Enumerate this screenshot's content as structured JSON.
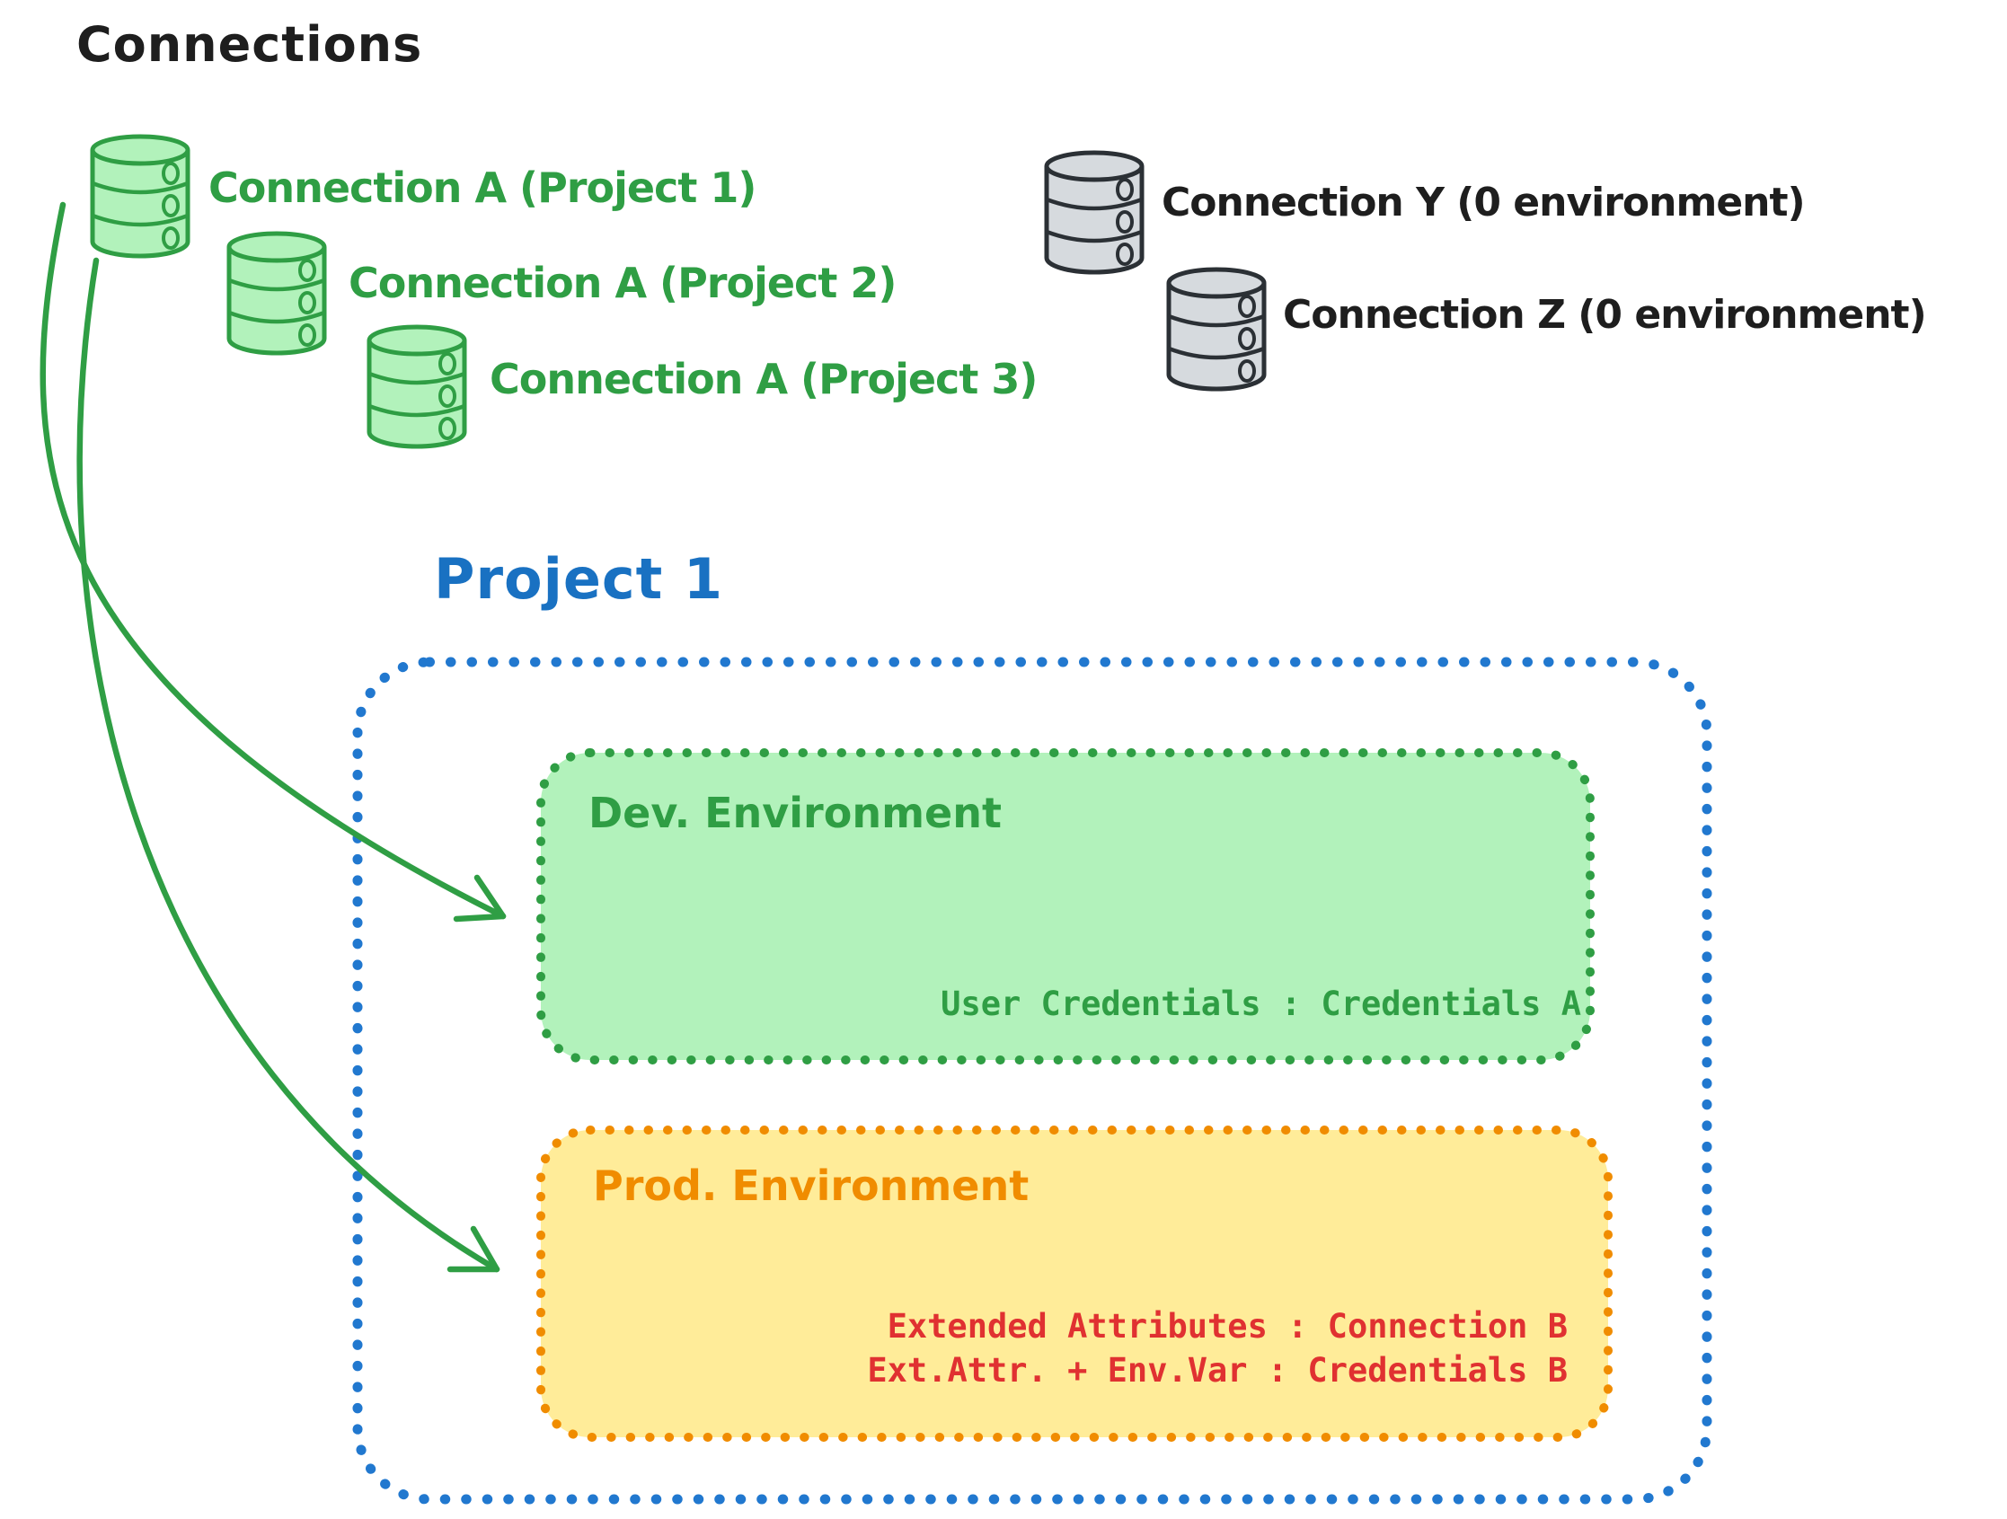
{
  "title": "Connections",
  "connections": {
    "project_connections": [
      {
        "label": "Connection A (Project 1)"
      },
      {
        "label": "Connection A (Project 2)"
      },
      {
        "label": "Connection A (Project 3)"
      }
    ],
    "unassigned_connections": [
      {
        "label": "Connection Y (0 environment)"
      },
      {
        "label": "Connection Z (0 environment)"
      }
    ]
  },
  "project": {
    "title": "Project 1",
    "environments": [
      {
        "name": "Dev. Environment",
        "credentials": "User Credentials : Credentials A"
      },
      {
        "name": "Prod. Environment",
        "credentials_line1": "Extended Attributes : Connection B",
        "credentials_line2": "Ext.Attr. + Env.Var : Credentials B"
      }
    ]
  },
  "icons": {
    "database": "database-cylinder-icon"
  },
  "colors": {
    "text_black": "#1e1e1e",
    "green_stroke": "#2f9e44",
    "green_fill": "#b2f2bb",
    "gray_stroke": "#2b3035",
    "gray_fill": "#d6dade",
    "blue": "#1971c2",
    "blue_dots": "#2178cf",
    "orange": "#f08c00",
    "yellow_fill": "#ffec99",
    "red": "#e03131"
  }
}
